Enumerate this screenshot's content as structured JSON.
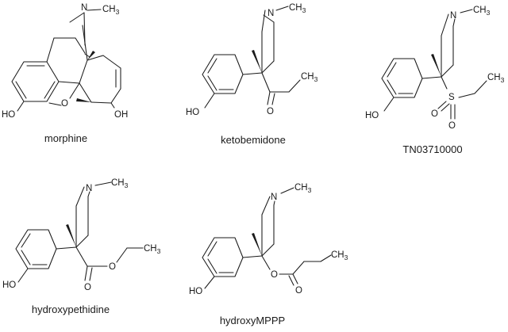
{
  "compounds": [
    {
      "name": "morphine",
      "labels": {
        "methyl": "CH3",
        "nitrogen": "N",
        "oxygen": "O",
        "hydroxyl_left": "HO",
        "hydroxyl_right": "OH"
      }
    },
    {
      "name": "ketobemidone",
      "labels": {
        "methyl": "CH3",
        "nitrogen": "N",
        "ethyl": "CH3",
        "oxygen": "O",
        "hydroxyl": "HO"
      }
    },
    {
      "name": "TN03710000",
      "labels": {
        "methyl": "CH3",
        "nitrogen": "N",
        "sulfur": "S",
        "ethyl": "CH3",
        "oxygen_1": "O",
        "oxygen_2": "O",
        "hydroxyl": "HO"
      }
    },
    {
      "name": "hydroxypethidine",
      "labels": {
        "methyl": "CH3",
        "nitrogen": "N",
        "ethyl": "CH3",
        "oxygen_carbonyl": "O",
        "oxygen_ester": "O",
        "hydroxyl": "HO"
      }
    },
    {
      "name": "hydroxyMPPP",
      "labels": {
        "methyl": "CH3",
        "nitrogen": "N",
        "ethyl": "CH3",
        "oxygen_ester": "O",
        "oxygen_carbonyl": "O",
        "hydroxyl": "HO"
      }
    }
  ]
}
